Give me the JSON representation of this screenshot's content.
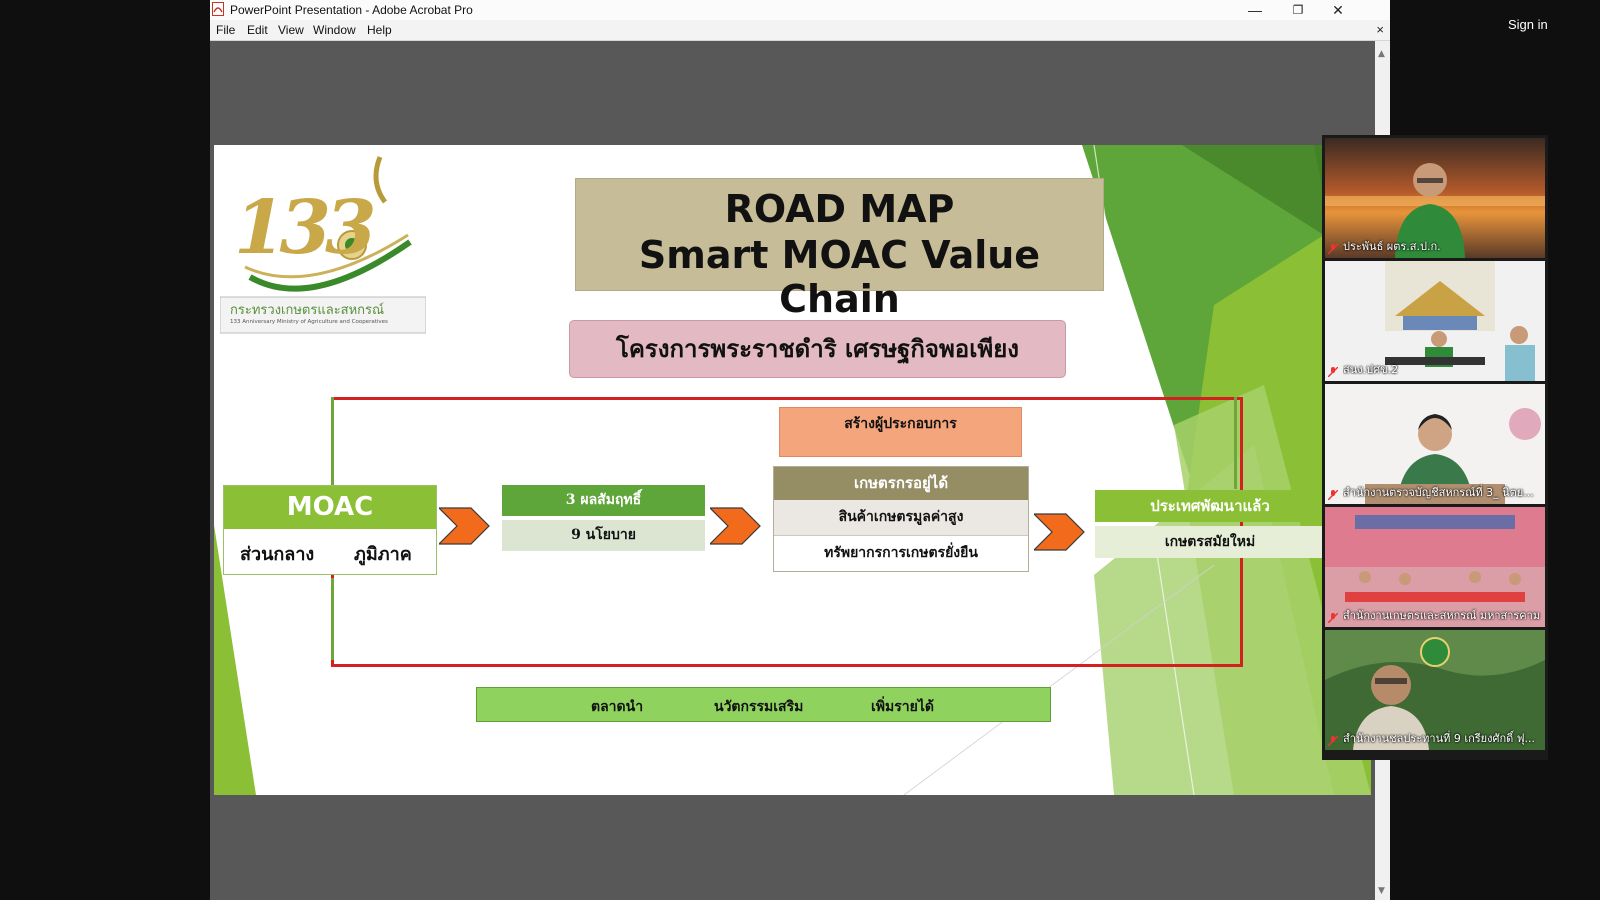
{
  "window": {
    "title": "PowerPoint Presentation - Adobe Acrobat Pro",
    "menu": [
      "File",
      "Edit",
      "View",
      "Window",
      "Help"
    ],
    "controls": {
      "minimize": "—",
      "maximize": "❐",
      "close": "✕"
    },
    "menu_close": "×"
  },
  "slide": {
    "logo": {
      "number": "133",
      "org_th": "กระทรวงเกษตรและสหกรณ์",
      "org_en": "133 Anniversary Ministry of Agriculture and Cooperatives"
    },
    "title_line1": "ROAD MAP",
    "title_line2": "Smart MOAC Value Chain",
    "project": "โครงการพระราชดำริ เศรษฐกิจพอเพียง",
    "moac": {
      "head": "MOAC",
      "col1": "ส่วนกลาง",
      "col2": "ภูมิภาค"
    },
    "box2": {
      "head": "3 ผลสัมฤทธิ์",
      "row": "9 นโยบาย"
    },
    "build": "สร้างผู้ประกอบการ",
    "box3": {
      "head": "เกษตรกรอยู่ได้",
      "row1": "สินค้าเกษตรมูลค่าสูง",
      "row2": "ทรัพยากรการเกษตรยั่งยืน"
    },
    "box4": {
      "head": "ประเทศพัฒนาแล้ว",
      "row": "เกษตรสมัยใหม่"
    },
    "bottom": [
      "ตลาดนำ",
      "นวัตกรรมเสริม",
      "เพิ่มรายได้"
    ]
  },
  "participants": [
    {
      "name": "ประพันธ์ ผตร.ส.ป.ก."
    },
    {
      "name": "สนง.ปศข.2"
    },
    {
      "name": "สำนักงานตรวจบัญชีสหกรณ์ที่ 3_ นิตย..."
    },
    {
      "name": "สำนักงานเกษตรและสหกรณ์ มหาสารคาม"
    },
    {
      "name": "สำนักงานชลประทานที่ 9 เกรียงศักดิ์ ฟุ..."
    }
  ],
  "sign_in": "Sign in",
  "colors": {
    "accent_green": "#8bbf35",
    "dark_green": "#5ea63a",
    "red_frame": "#d42020",
    "orange_arrow": "#f26a1b"
  }
}
